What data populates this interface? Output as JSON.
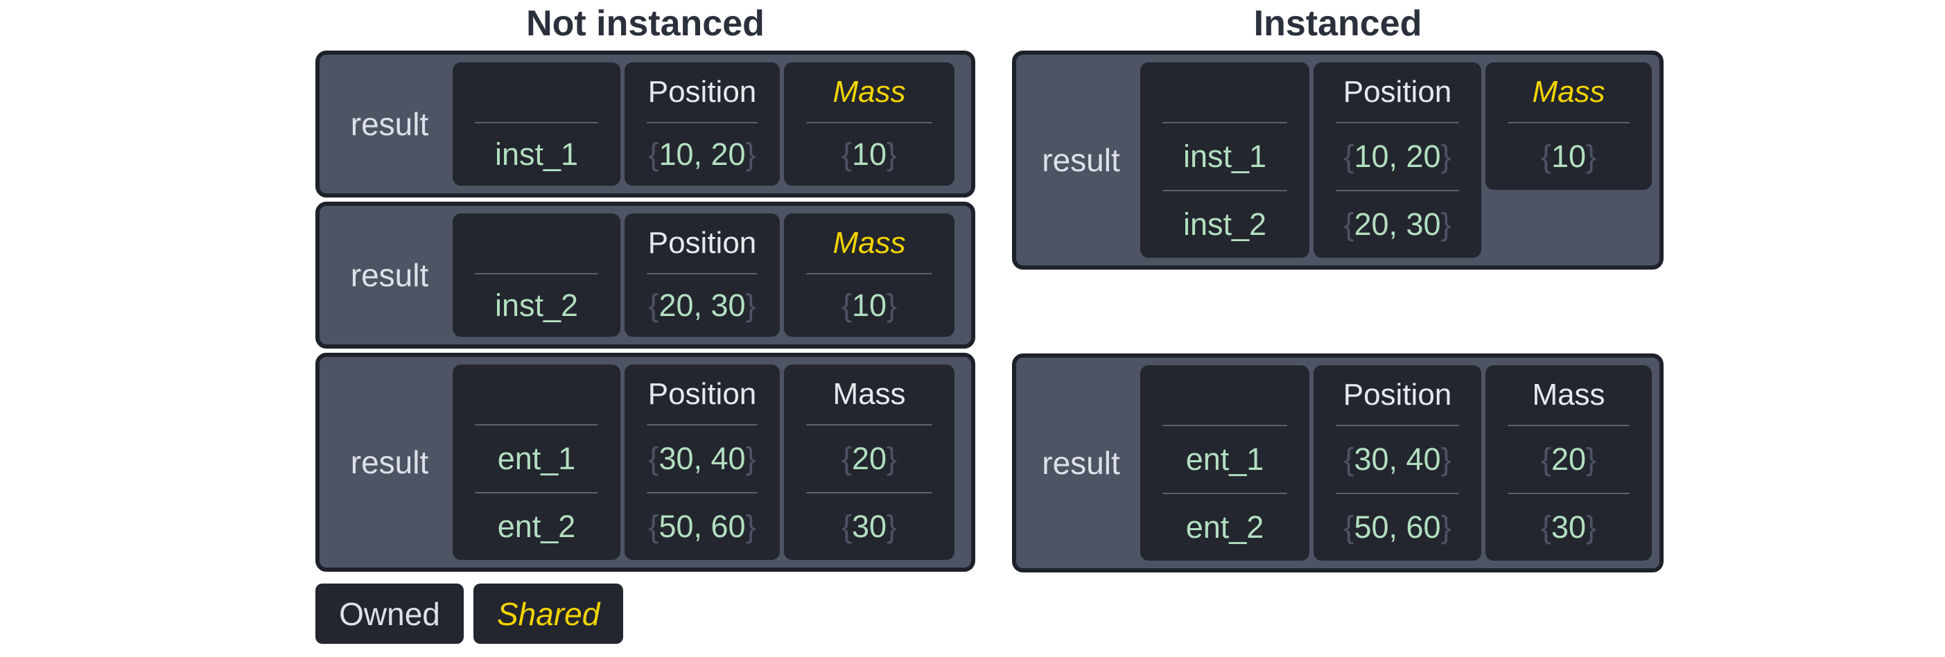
{
  "titles": {
    "not_instanced": "Not instanced",
    "instanced": "Instanced"
  },
  "glyphs": {
    "brace_open": "{",
    "brace_close": "}"
  },
  "legend": {
    "owned": "Owned",
    "shared": "Shared"
  },
  "colors": {
    "page_bg": "#ffffff",
    "title_text": "#2b303d",
    "table_bg": "#4d5464",
    "table_border": "#1d212a",
    "cell_bg": "#23262e",
    "divider": "#5a6170",
    "result_text": "#dde1e9",
    "header_text": "#e6e9ee",
    "value_text": "#b2dfc0",
    "brace_text": "#4c5364",
    "shared_text": "#f4d400",
    "legend_bg": "#23262e"
  },
  "tables": {
    "ni1": {
      "result": "result",
      "entity": {
        "header": "",
        "values": [
          "inst_1"
        ]
      },
      "position": {
        "header": "Position",
        "values": [
          "10, 20"
        ]
      },
      "mass": {
        "header": "Mass",
        "shared": true,
        "values": [
          "10"
        ]
      }
    },
    "ni2": {
      "result": "result",
      "entity": {
        "header": "",
        "values": [
          "inst_2"
        ]
      },
      "position": {
        "header": "Position",
        "values": [
          "20, 30"
        ]
      },
      "mass": {
        "header": "Mass",
        "shared": true,
        "values": [
          "10"
        ]
      }
    },
    "ni3": {
      "result": "result",
      "entity": {
        "header": "",
        "values": [
          "ent_1",
          "ent_2"
        ]
      },
      "position": {
        "header": "Position",
        "values": [
          "30, 40",
          "50, 60"
        ]
      },
      "mass": {
        "header": "Mass",
        "shared": false,
        "values": [
          "20",
          "30"
        ]
      }
    },
    "i1": {
      "result": "result",
      "entity": {
        "header": "",
        "values": [
          "inst_1",
          "inst_2"
        ]
      },
      "position": {
        "header": "Position",
        "values": [
          "10, 20",
          "20, 30"
        ]
      },
      "mass": {
        "header": "Mass",
        "shared": true,
        "values": [
          "10"
        ]
      }
    },
    "i2": {
      "result": "result",
      "entity": {
        "header": "",
        "values": [
          "ent_1",
          "ent_2"
        ]
      },
      "position": {
        "header": "Position",
        "values": [
          "30, 40",
          "50, 60"
        ]
      },
      "mass": {
        "header": "Mass",
        "shared": false,
        "values": [
          "20",
          "30"
        ]
      }
    }
  }
}
